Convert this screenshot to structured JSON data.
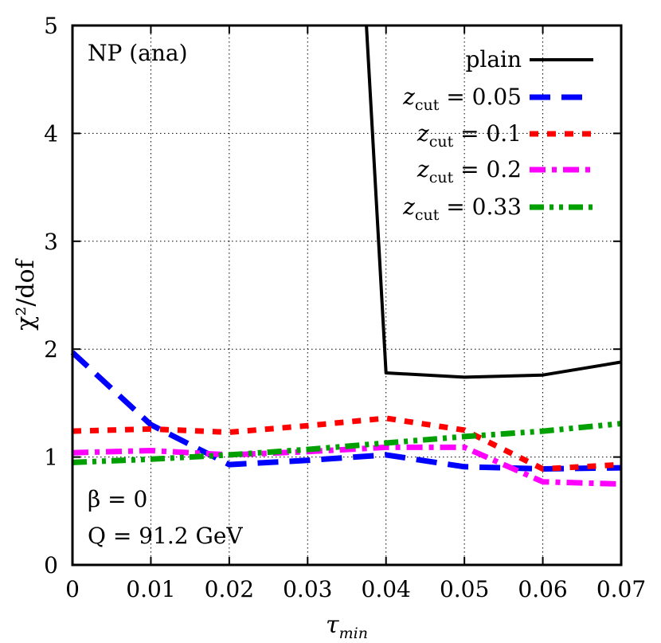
{
  "chart_data": {
    "type": "line",
    "title": "",
    "xlabel": "τ",
    "xlabel_sub": "min",
    "ylabel": "χ²/dof",
    "xlim": [
      0,
      0.07
    ],
    "ylim": [
      0,
      5
    ],
    "xticks": [
      0,
      0.01,
      0.02,
      0.03,
      0.04,
      0.05,
      0.06,
      0.07
    ],
    "xtick_labels": [
      "0",
      "0.01",
      "0.02",
      "0.03",
      "0.04",
      "0.05",
      "0.06",
      "0.07"
    ],
    "yticks": [
      0,
      1,
      2,
      3,
      4,
      5
    ],
    "ytick_labels": [
      "0",
      "1",
      "2",
      "3",
      "4",
      "5"
    ],
    "grid": true,
    "legend_position": "top-right",
    "annotations": {
      "top_left": "NP (ana)",
      "beta": "β = 0",
      "q_value": "Q = 91.2 GeV"
    },
    "series": [
      {
        "name": "plain",
        "label_main": "plain",
        "label_sub": "",
        "label_value": "",
        "color": "#000000",
        "dash": "solid",
        "x": [
          0.0375,
          0.04,
          0.05,
          0.06,
          0.07
        ],
        "y": [
          5.0,
          1.78,
          1.74,
          1.76,
          1.88
        ]
      },
      {
        "name": "z_cut = 0.05",
        "label_main": "z",
        "label_sub": "cut",
        "label_value": " = 0.05",
        "color": "#0000ff",
        "dash": "long-dash",
        "x": [
          0,
          0.01,
          0.02,
          0.03,
          0.04,
          0.05,
          0.06,
          0.07
        ],
        "y": [
          1.97,
          1.3,
          0.93,
          0.97,
          1.02,
          0.91,
          0.89,
          0.9
        ]
      },
      {
        "name": "z_cut = 0.1",
        "label_main": "z",
        "label_sub": "cut",
        "label_value": " = 0.1",
        "color": "#ff0000",
        "dash": "short-dash",
        "x": [
          0,
          0.01,
          0.02,
          0.03,
          0.04,
          0.05,
          0.06,
          0.07
        ],
        "y": [
          1.24,
          1.26,
          1.23,
          1.29,
          1.36,
          1.25,
          0.89,
          0.93
        ]
      },
      {
        "name": "z_cut = 0.2",
        "label_main": "z",
        "label_sub": "cut",
        "label_value": " = 0.2",
        "color": "#ff00ff",
        "dash": "dash-dot",
        "x": [
          0,
          0.01,
          0.02,
          0.03,
          0.04,
          0.05,
          0.06,
          0.07
        ],
        "y": [
          1.04,
          1.06,
          1.02,
          1.05,
          1.09,
          1.09,
          0.77,
          0.75
        ]
      },
      {
        "name": "z_cut = 0.33",
        "label_main": "z",
        "label_sub": "cut",
        "label_value": " = 0.33",
        "color": "#00a000",
        "dash": "dash-dot-dot",
        "x": [
          0,
          0.01,
          0.02,
          0.03,
          0.04,
          0.05,
          0.06,
          0.07
        ],
        "y": [
          0.95,
          0.98,
          1.02,
          1.07,
          1.13,
          1.19,
          1.24,
          1.31
        ]
      }
    ]
  }
}
